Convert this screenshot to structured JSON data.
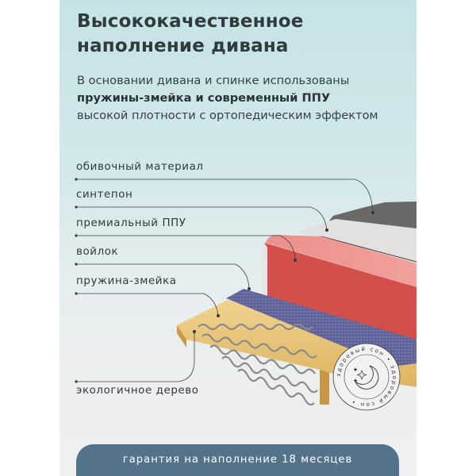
{
  "header": {
    "title_line1": "Высококачественное",
    "title_line2": "наполнение дивана"
  },
  "intro": {
    "line1": "В основании дивана и спинке использованы",
    "line2_bold": "пружины-змейка и современный ППУ",
    "line3": "высокой плотности с ортопедическим эффектом"
  },
  "layers": [
    {
      "label": "обивочный материал",
      "color": "#6d6b6a"
    },
    {
      "label": "синтепон",
      "color": "#e2e0de"
    },
    {
      "label": "премиальный ППУ",
      "color": "#d95a56"
    },
    {
      "label": "войлок",
      "color": "#6b6f9e"
    },
    {
      "label": "пружина-змейка",
      "color": "#a9a9a9"
    },
    {
      "label": "экологичное дерево",
      "color": "#e3bd6c"
    }
  ],
  "badge": {
    "text": "здоровый сон",
    "icon": "moon-stars-icon"
  },
  "footer": {
    "warranty": "гарантия на наполнение 18 месяцев",
    "color": "#53738a"
  }
}
